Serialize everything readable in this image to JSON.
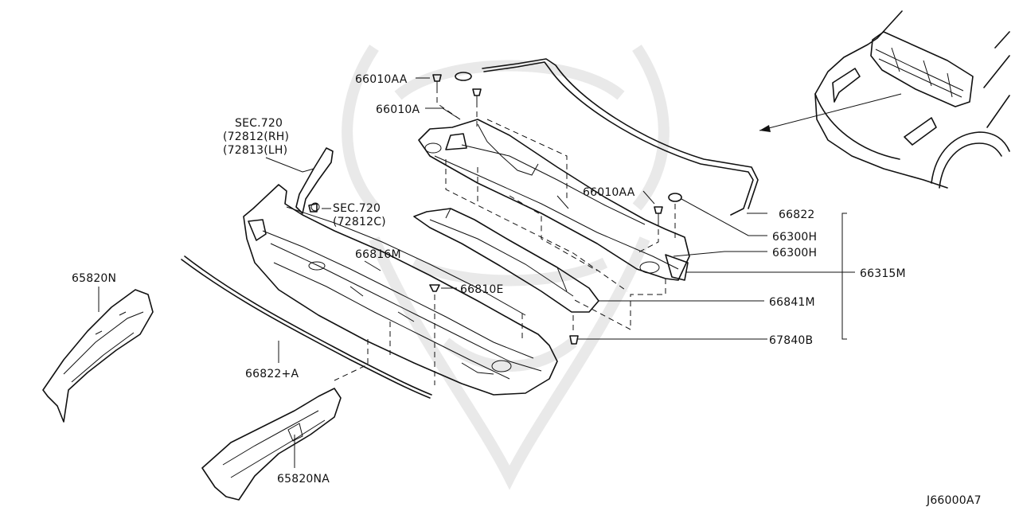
{
  "diagram": {
    "code": "J66000A7",
    "labels": {
      "p66010AA_top": "66010AA",
      "p66010A": "66010A",
      "sec720_title": "SEC.720",
      "sec720_rh": "(72812(RH)",
      "sec720_lh": "(72813(LH)",
      "sec720_b": "SEC.720",
      "sec720_b_sub": "(72812C)",
      "p66816M": "66816M",
      "p66810E": "66810E",
      "p66010AA_right": "66010AA",
      "p66822": "66822",
      "p66300H_a": "66300H",
      "p66300H_b": "66300H",
      "p66315M": "66315M",
      "p66841M": "66841M",
      "p67840B": "67840B",
      "p65820N": "65820N",
      "p66822A": "66822+A",
      "p65820NA": "65820NA"
    }
  }
}
